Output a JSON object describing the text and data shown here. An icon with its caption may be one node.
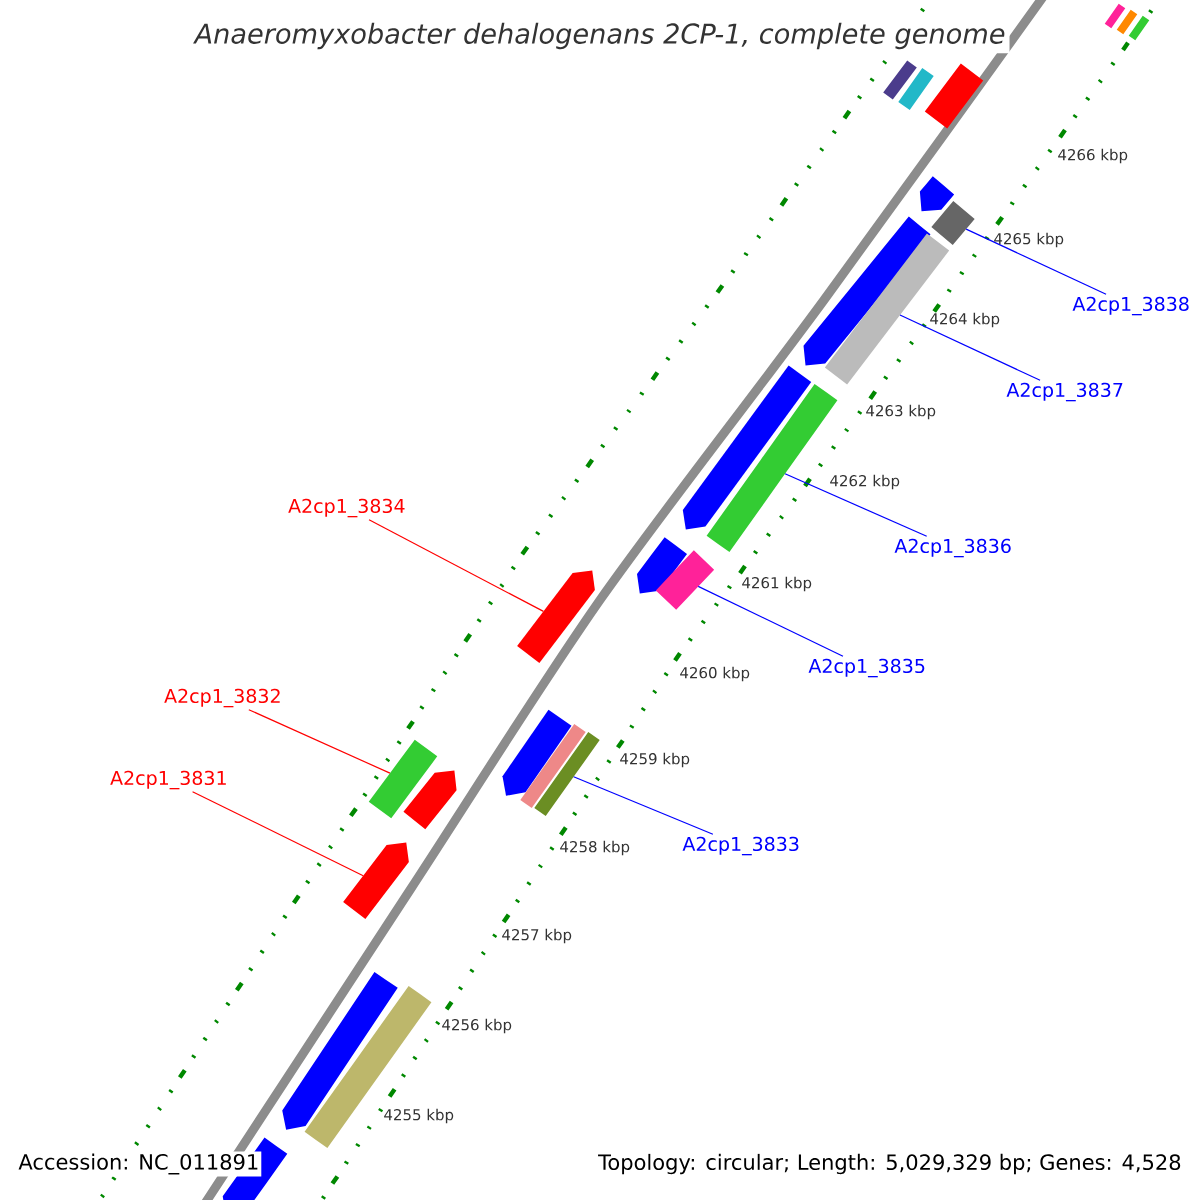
{
  "diagram": {
    "title": "Anaeromyxobacter dehalogenans 2CP-1, complete genome",
    "nodes": [
      {
        "text": [
          "A2cp1_3838"
        ]
      },
      {
        "text": [
          "A2cp1_3837"
        ]
      },
      {
        "text": [
          "A2cp1_3834"
        ]
      },
      {
        "text": [
          "A2cp1_3836"
        ]
      },
      {
        "text": [
          "A2cp1_3835"
        ]
      },
      {
        "text": [
          "A2cp1_3832"
        ]
      },
      {
        "text": [
          "A2cp1_3831"
        ]
      },
      {
        "text": [
          "A2cp1_3833"
        ]
      },
      {
        "text": [],
        "shape": "bar"
      },
      {
        "text": [],
        "shape": "bar"
      },
      {
        "text": [],
        "shape": "bar"
      },
      {
        "text": [],
        "shape": "bar"
      },
      {
        "text": [],
        "shape": "bar"
      },
      {
        "text": [],
        "shape": "bar"
      },
      {
        "text": [],
        "shape": "bar"
      },
      {
        "text": [],
        "shape": "bar"
      },
      {
        "text": [],
        "shape": "bar"
      },
      {
        "text": [],
        "shape": "bar"
      },
      {
        "text": [],
        "shape": "bar"
      },
      {
        "text": [],
        "shape": "bar"
      },
      {
        "text": [],
        "shape": "bar"
      },
      {
        "text": [],
        "shape": "bar"
      },
      {
        "text": [],
        "shape": "bar"
      },
      {
        "text": [],
        "shape": "bar"
      },
      {
        "text": [],
        "shape": "bar"
      },
      {
        "text": [],
        "shape": "bar"
      },
      {
        "text": [],
        "shape": "bar"
      },
      {
        "text": [],
        "shape": "bar"
      },
      {
        "text": [],
        "shape": "bar"
      },
      {
        "text": [],
        "shape": "bar"
      },
      {
        "text": [],
        "shape": "bar"
      },
      {
        "text": [],
        "shape": "bar"
      }
    ],
    "edges": [
      {
        "from": 0,
        "to": 15,
        "arrow": "none"
      },
      {
        "from": 1,
        "to": 17,
        "arrow": "none"
      },
      {
        "from": 2,
        "to": 20,
        "arrow": "none",
        "color": "#ff0000"
      },
      {
        "from": 3,
        "to": 19,
        "arrow": "none"
      },
      {
        "from": 4,
        "to": 22,
        "arrow": "none"
      },
      {
        "from": 5,
        "to": 24,
        "arrow": "none",
        "color": "#ff0000"
      },
      {
        "from": 6,
        "to": 28,
        "arrow": "none",
        "color": "#ff0000"
      },
      {
        "from": 7,
        "to": 26,
        "arrow": "none"
      }
    ],
    "labels": [
      "4266 kbp",
      "4265 kbp",
      "4264 kbp",
      "4263 kbp",
      "4262 kbp",
      "4261 kbp",
      "4260 kbp",
      "4259 kbp",
      "4258 kbp",
      "4257 kbp",
      "4256 kbp",
      "4255 kbp",
      "Accession: NC_011891",
      "Topology: circular; Length: 5,029,329 bp; Genes: 4,528"
    ]
  }
}
